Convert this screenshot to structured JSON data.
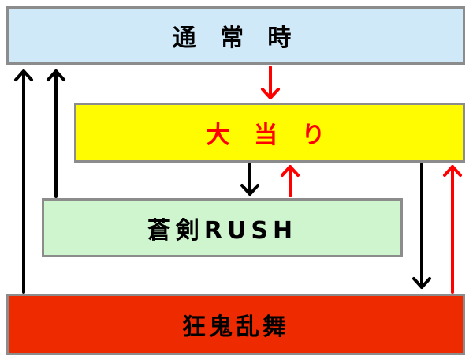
{
  "diagram": {
    "nodes": {
      "normal": {
        "label": "通 常 時",
        "fill": "#cfe9f9",
        "text_color": "#000000"
      },
      "jackpot": {
        "label": "大 当 り",
        "fill": "#fffb00",
        "text_color": "#ff0000"
      },
      "rush": {
        "label": "蒼剣RUSH",
        "fill": "#cff5cf",
        "text_color": "#000000"
      },
      "kyoki": {
        "label": "狂鬼乱舞",
        "fill": "#ee2a00",
        "text_color": "#000000"
      }
    },
    "edges": [
      {
        "from": "normal",
        "to": "jackpot",
        "color": "#ff0000"
      },
      {
        "from": "jackpot",
        "to": "rush",
        "color": "#000000"
      },
      {
        "from": "rush",
        "to": "jackpot",
        "color": "#ff0000"
      },
      {
        "from": "rush",
        "to": "normal",
        "color": "#000000"
      },
      {
        "from": "jackpot",
        "to": "kyoki",
        "color": "#000000"
      },
      {
        "from": "kyoki",
        "to": "jackpot",
        "color": "#ff0000"
      },
      {
        "from": "kyoki",
        "to": "normal",
        "color": "#000000"
      }
    ],
    "border_color": "#8c8c8c"
  }
}
